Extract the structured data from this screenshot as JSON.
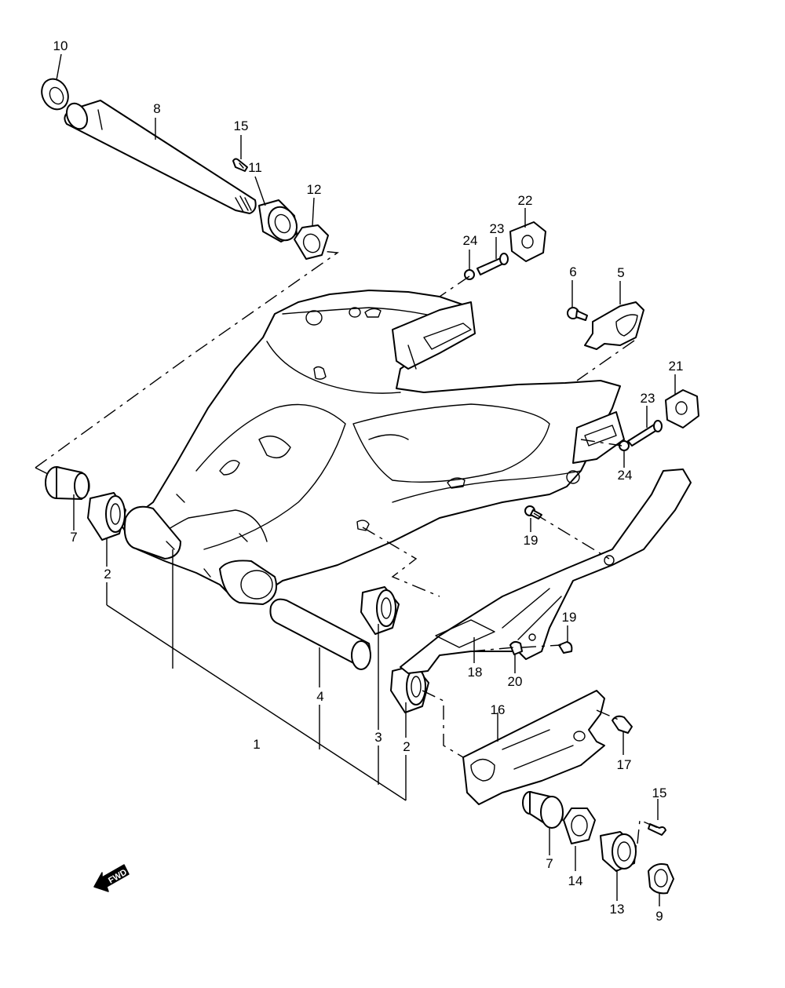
{
  "fwd_label": "FWD",
  "callouts": {
    "c1": "1",
    "c2a": "2",
    "c2b": "2",
    "c3": "3",
    "c4": "4",
    "c5": "5",
    "c6": "6",
    "c7a": "7",
    "c7b": "7",
    "c8": "8",
    "c9": "9",
    "c10": "10",
    "c11": "11",
    "c12": "12",
    "c13": "13",
    "c14": "14",
    "c15a": "15",
    "c15b": "15",
    "c16": "16",
    "c17": "17",
    "c18": "18",
    "c19a": "19",
    "c19b": "19",
    "c20": "20",
    "c21": "21",
    "c22": "22",
    "c23a": "23",
    "c23b": "23",
    "c24a": "24",
    "c24b": "24"
  }
}
